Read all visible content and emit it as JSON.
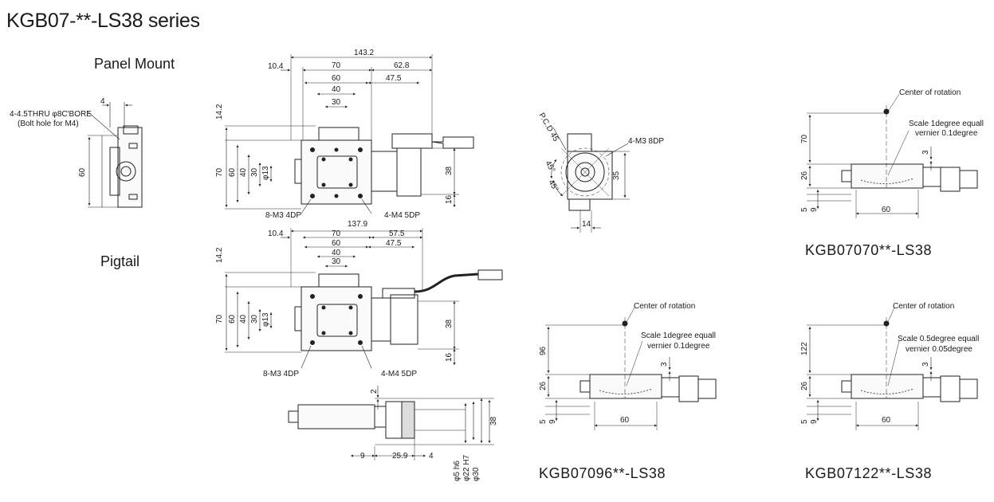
{
  "title": "KGB07-**-LS38 series",
  "views": {
    "panel_mount": "Panel Mount",
    "pigtail": "Pigtail"
  },
  "models": {
    "m070": "KGB07070**-LS38",
    "m096": "KGB07096**-LS38",
    "m122": "KGB07122**-LS38"
  },
  "notes": {
    "bolt_hole_1": "4-4.5THRU φ8C'BORE",
    "bolt_hole_2": "(Bolt hole for M4)",
    "m3_8dp_top": "8-M3 4DP",
    "m4_5dp_top": "4-M4 5DP",
    "m3_8dp_bot": "8-M3 4DP",
    "m4_5dp_bot": "4-M4 5DP",
    "m3_8dp_side": "4-M3 8DP",
    "pcd": "P.C.D 45",
    "center_rotation_1": "Center of rotation",
    "center_rotation_2": "Center of rotation",
    "center_rotation_3": "Center of rotation",
    "scale_070_1": "Scale 1degree equall",
    "scale_070_2": "vernier 0.1degree",
    "scale_096_1": "Scale 1degree equall",
    "scale_096_2": "vernier 0.1degree",
    "scale_122_1": "Scale 0.5degree equall",
    "scale_122_2": "vernier 0.05degree"
  },
  "dims": {
    "pm_4": "4",
    "pm_60": "60",
    "t_143": "143.2",
    "t_104": "10.4",
    "t_70": "70",
    "t_628": "62.8",
    "t_60": "60",
    "t_475": "47.5",
    "t_40": "40",
    "t_30": "30",
    "t_142": "14.2",
    "t_v70": "70",
    "t_v60": "60",
    "t_v40": "40",
    "t_v30": "30",
    "t_phi13": "φ13",
    "t_38": "38",
    "t_16": "16",
    "b_1379": "137.9",
    "b_104": "10.4",
    "b_70": "70",
    "b_575": "57.5",
    "b_60": "60",
    "b_475": "47.5",
    "b_40": "40",
    "b_30": "30",
    "b_142": "14.2",
    "b_v70": "70",
    "b_v60": "60",
    "b_v40": "40",
    "b_v30": "30",
    "b_phi13": "φ13",
    "b_38": "38",
    "b_16": "16",
    "s_2": "2",
    "s_9": "9",
    "s_259": "25.9",
    "s_4": "4",
    "s_38": "38",
    "s_phi5": "φ5 h6",
    "s_phi22": "φ22 H7",
    "s_phi30": "φ30",
    "r_45a": "45°",
    "r_45b": "45°",
    "r_35": "35",
    "r_14": "14",
    "k70_70": "70",
    "k70_26": "26",
    "k70_5": "5",
    "k70_9": "9",
    "k70_3": "3",
    "k70_60": "60",
    "k96_96": "96",
    "k96_26": "26",
    "k96_5": "5",
    "k96_9": "9",
    "k96_3": "3",
    "k96_60": "60",
    "k122_122": "122",
    "k122_26": "26",
    "k122_5": "5",
    "k122_9": "9",
    "k122_3": "3",
    "k122_60": "60"
  }
}
